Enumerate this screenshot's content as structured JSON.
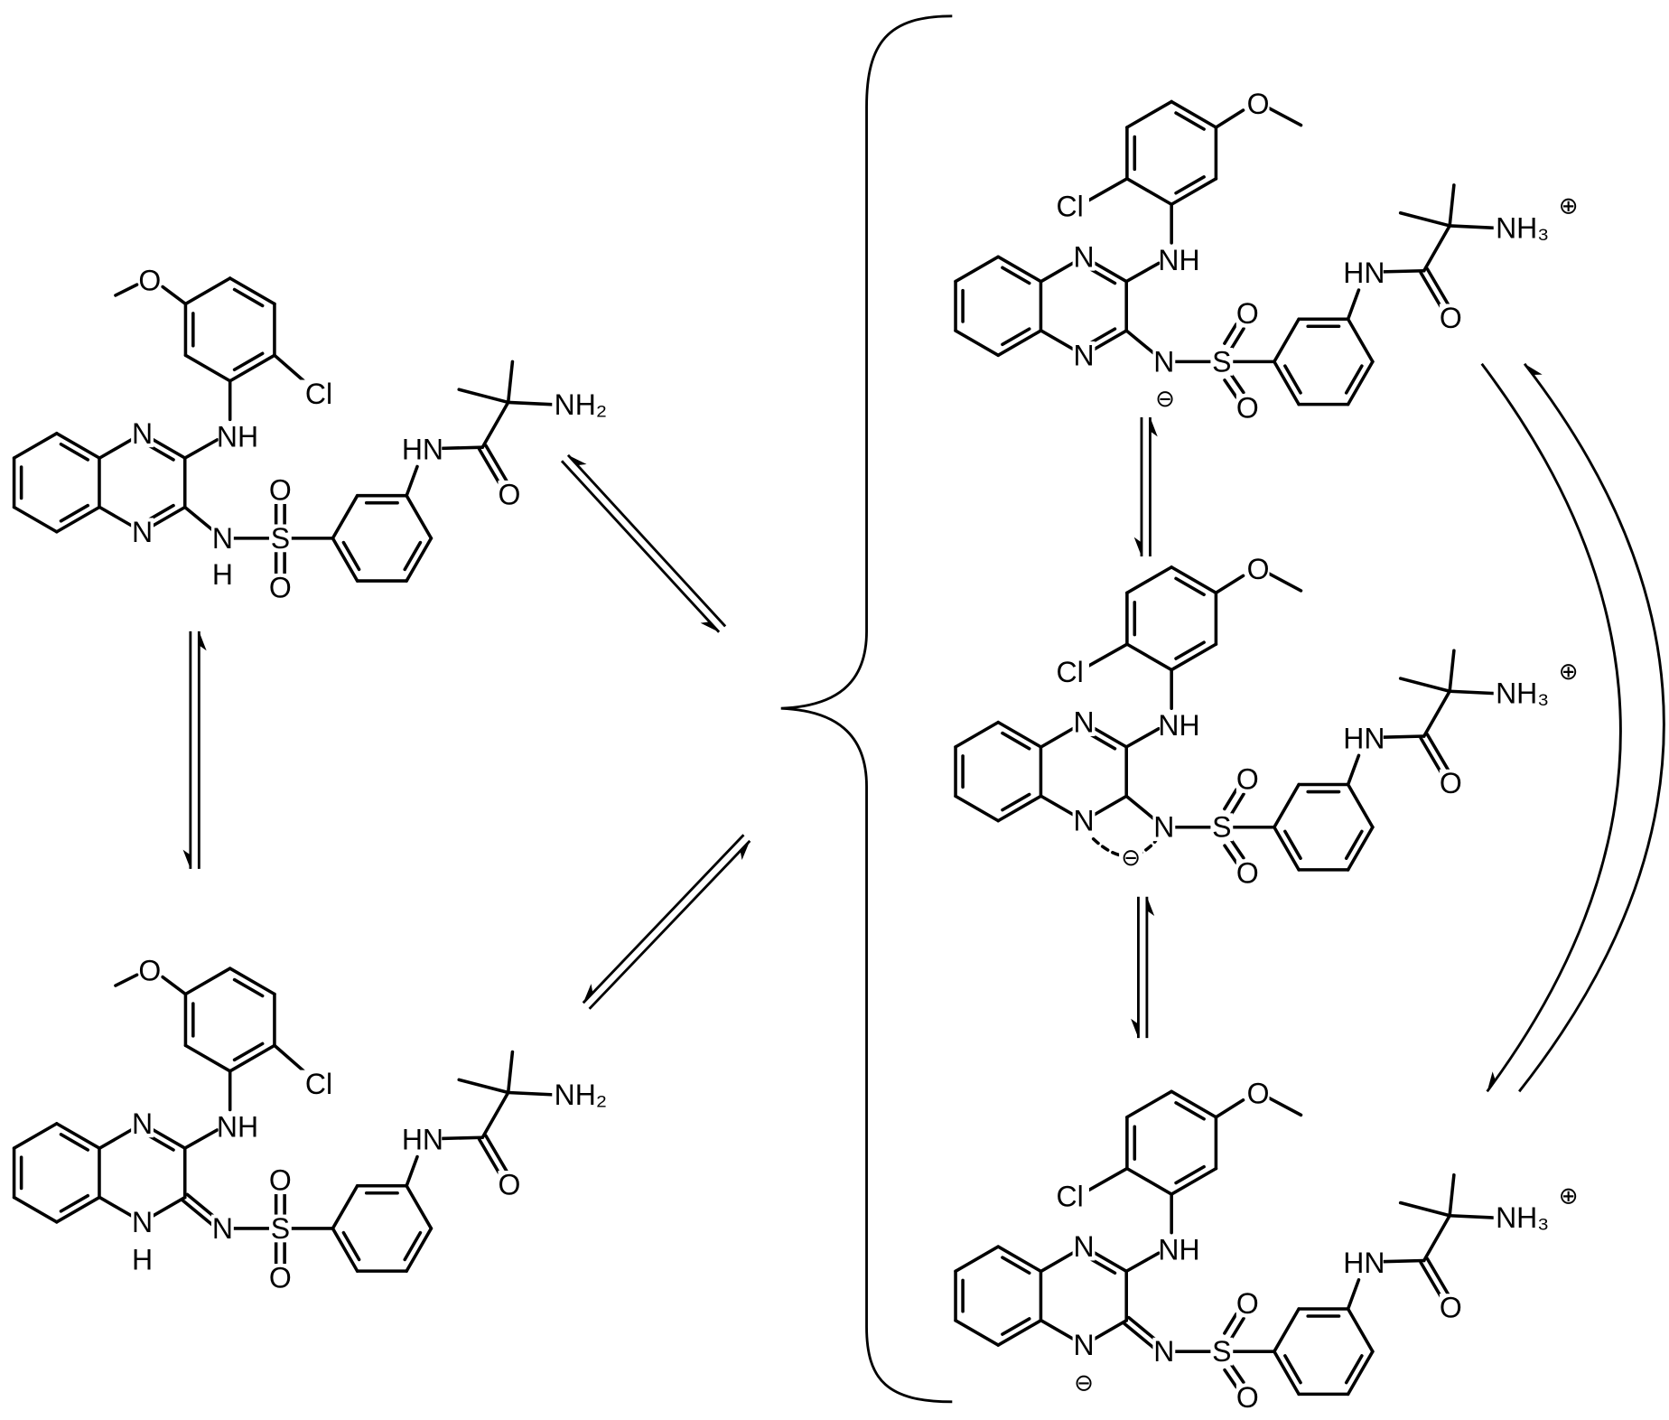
{
  "molecules": [
    {
      "id": "neutral-sulfonamide",
      "labels": {
        "n1": "N",
        "n4": "N",
        "nh": "NH",
        "cl": "Cl",
        "o_methoxy": "O",
        "n_sulfonyl": "N",
        "h_sulfonyl": "H",
        "s": "S",
        "o_s1": "O",
        "o_s2": "O",
        "hn": "HN",
        "o_amide": "O",
        "amine": "NH₂"
      }
    },
    {
      "id": "neutral-imine-tautomer",
      "labels": {
        "n1": "N",
        "n4": "N",
        "h_ring": "H",
        "nh": "NH",
        "cl": "Cl",
        "o_methoxy": "O",
        "n_sulfonyl": "N",
        "s": "S",
        "o_s1": "O",
        "o_s2": "O",
        "hn": "HN",
        "o_amide": "O",
        "amine": "NH₂"
      }
    },
    {
      "id": "zwitterion-sulfonamide-anion",
      "labels": {
        "n1": "N",
        "n4": "N",
        "nh": "NH",
        "cl": "Cl",
        "o_methoxy": "O",
        "n_sulfonyl": "N",
        "charge_n": "⊖",
        "s": "S",
        "o_s1": "O",
        "o_s2": "O",
        "hn": "HN",
        "o_amide": "O",
        "amine": "NH₃",
        "charge_amine": "⊕"
      }
    },
    {
      "id": "zwitterion-delocalized-anion",
      "labels": {
        "n1": "N",
        "n4": "N",
        "charge_deloc": "⊖",
        "nh": "NH",
        "cl": "Cl",
        "o_methoxy": "O",
        "n_sulfonyl": "N",
        "s": "S",
        "o_s1": "O",
        "o_s2": "O",
        "hn": "HN",
        "o_amide": "O",
        "amine": "NH₃",
        "charge_amine": "⊕"
      }
    },
    {
      "id": "zwitterion-ring-anion",
      "labels": {
        "n1": "N",
        "n4": "N",
        "charge_ring": "⊖",
        "nh": "NH",
        "cl": "Cl",
        "o_methoxy": "O",
        "n_sulfonyl": "N",
        "s": "S",
        "o_s1": "O",
        "o_s2": "O",
        "hn": "HN",
        "o_amide": "O",
        "amine": "NH₃",
        "charge_amine": "⊕"
      }
    }
  ]
}
